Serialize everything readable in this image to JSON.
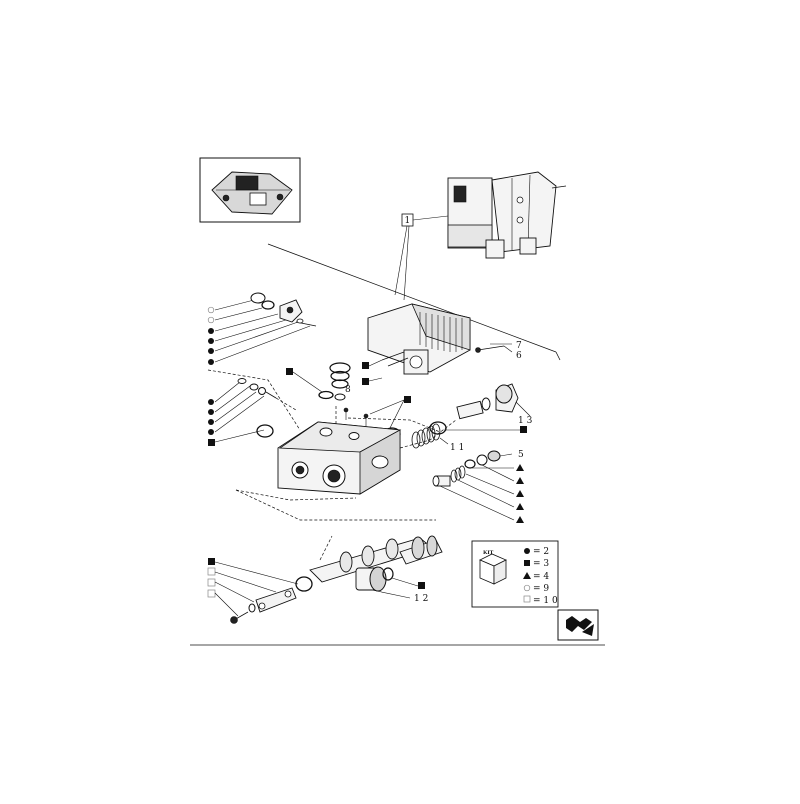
{
  "ref_label": "1",
  "callouts": {
    "c6": "6",
    "c7": "7",
    "c8": "8",
    "c5": "5",
    "c11": "1 1",
    "c12": "1 2",
    "c13": "1 3"
  },
  "kit_legend": {
    "kit_label": "KIT",
    "items": [
      {
        "symbol": "circle-filled",
        "text": "= 2"
      },
      {
        "symbol": "square-filled",
        "text": "= 3"
      },
      {
        "symbol": "triangle-filled",
        "text": "= 4"
      },
      {
        "symbol": "circle-open",
        "text": "= 9"
      },
      {
        "symbol": "square-open",
        "text": "= 1 0"
      }
    ]
  },
  "icons": {
    "nav": "arrow-return-icon"
  }
}
